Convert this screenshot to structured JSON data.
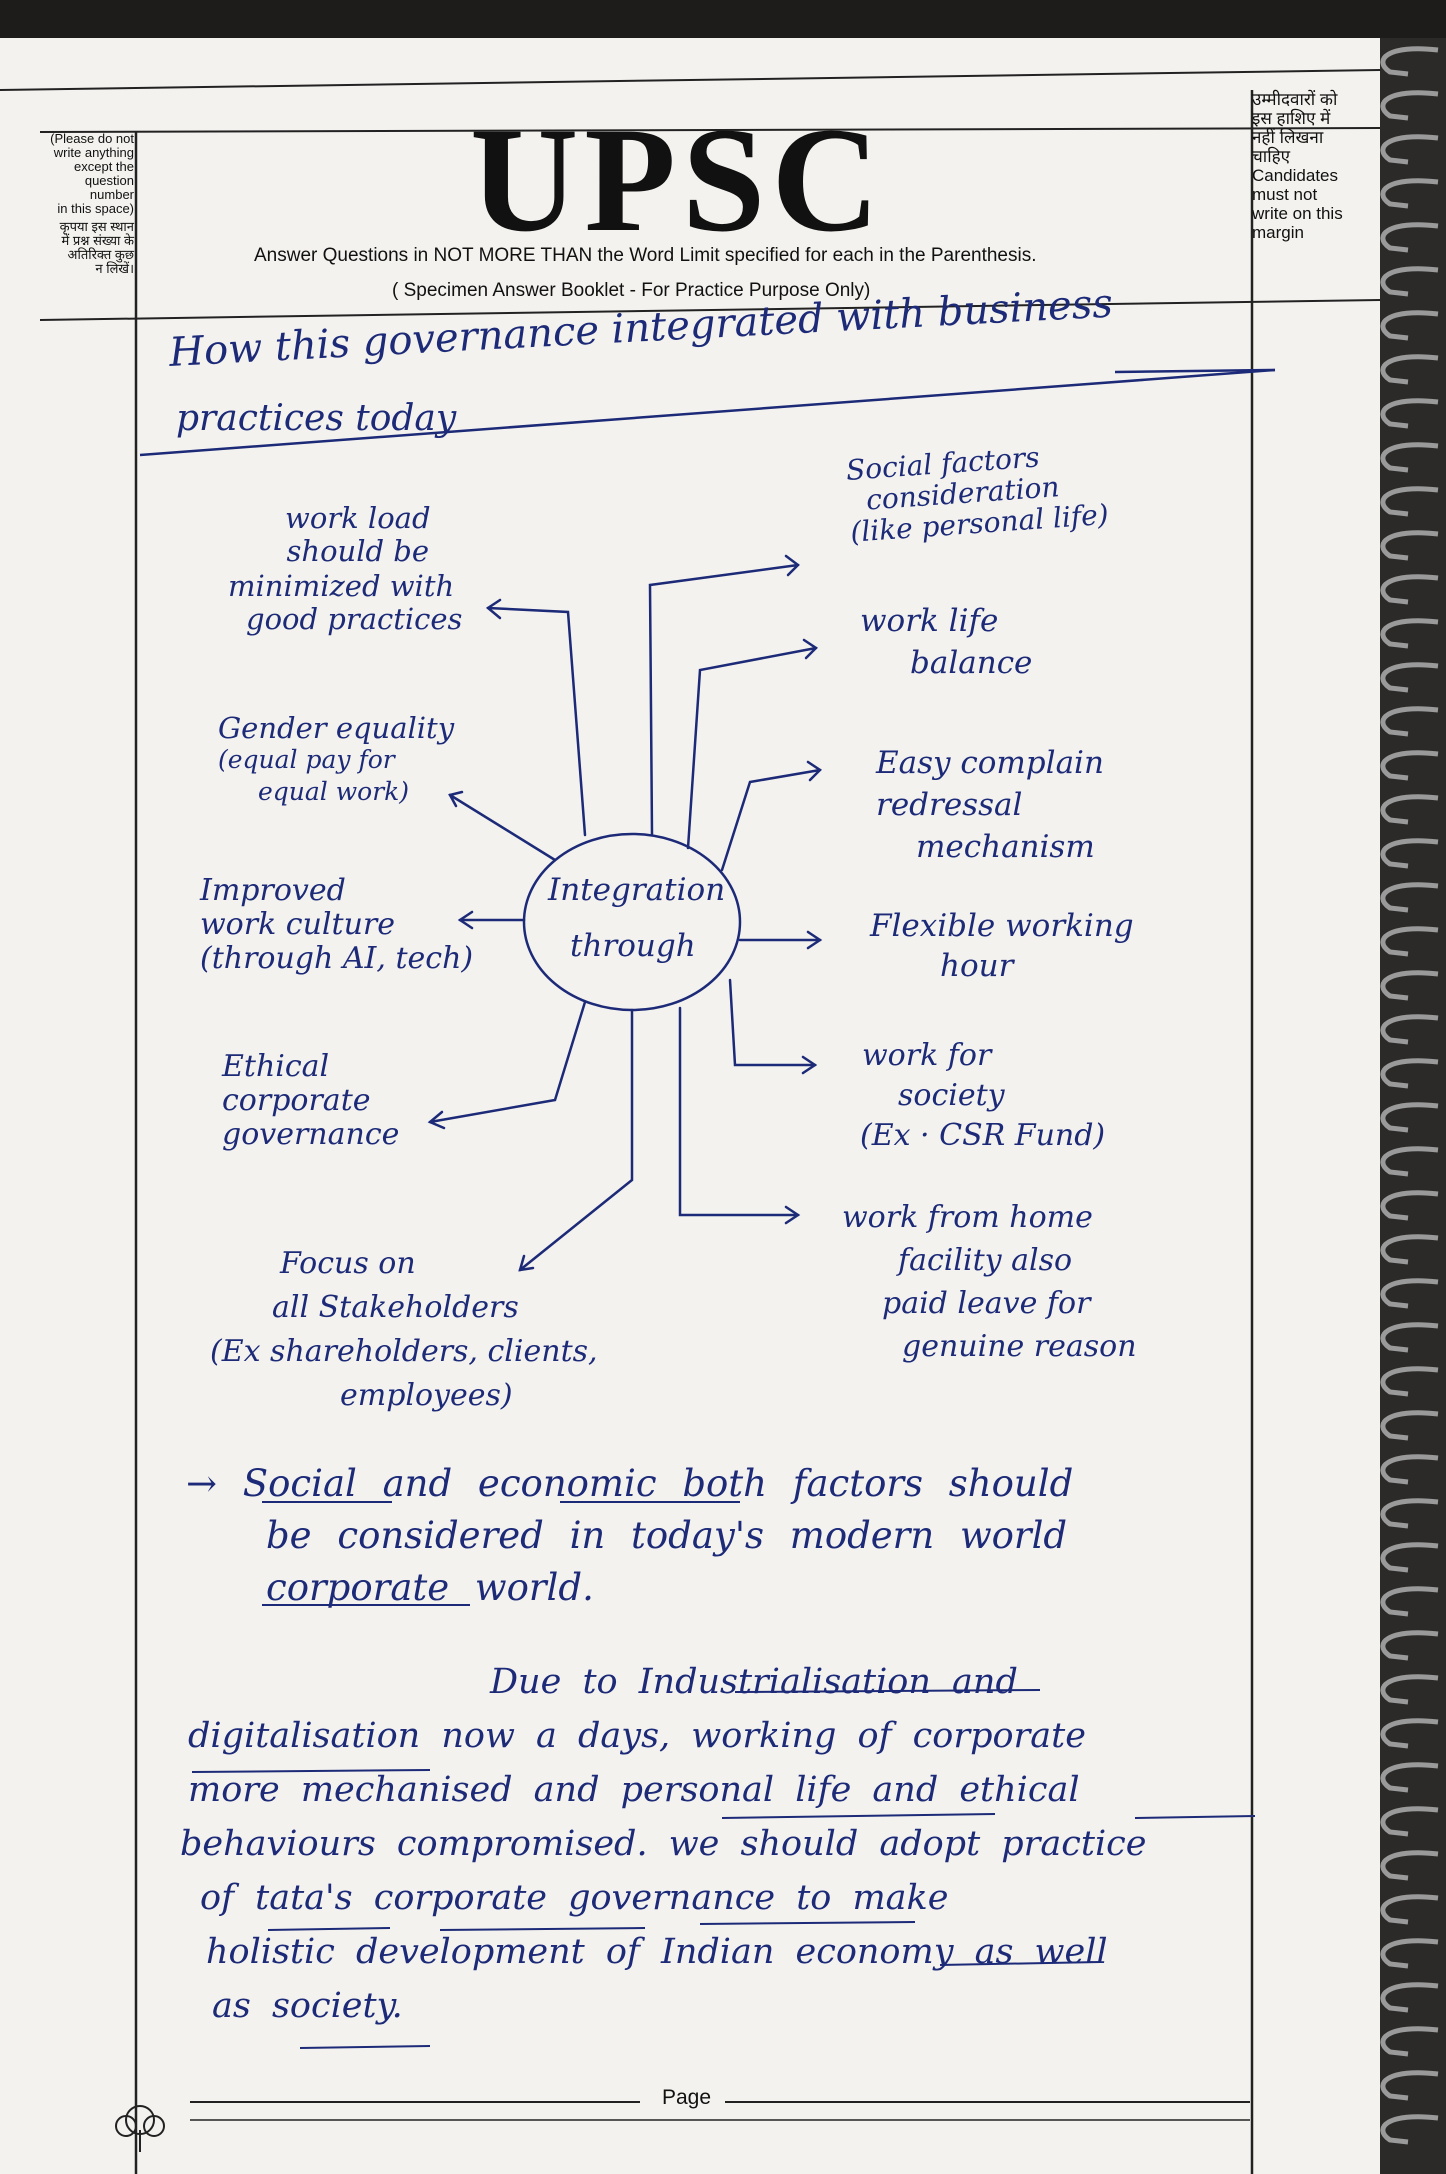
{
  "header": {
    "left_note_en": [
      "(Please do not",
      "write anything",
      "except the",
      "question number",
      "in this space)"
    ],
    "left_note_hi": [
      "कृपया इस स्थान",
      "में प्रश्न संख्या के",
      "अतिरिक्त कुछ",
      "न लिखें।"
    ],
    "title": "UPSC",
    "instruction": "Answer Questions in NOT MORE THAN the Word Limit specified for each in the Parenthesis.",
    "subtitle": "( Specimen Answer Booklet - For Practice Purpose Only)",
    "right_note_hi": [
      "उम्मीदवारों को",
      "इस हाशिए में",
      "नहीं लिखना",
      "चाहिए"
    ],
    "right_note_en": [
      "Candidates",
      "must not",
      "write on this",
      "margin"
    ]
  },
  "question": {
    "line1": "How this governance integrated with business",
    "line2": "practices today"
  },
  "diagram": {
    "center_line1": "Integration",
    "center_line2": "through",
    "left_nodes": [
      {
        "lines": [
          "work load",
          "should be",
          "minimized with",
          "good practices"
        ]
      },
      {
        "lines": [
          "Gender equality",
          "(equal pay for",
          "equal work)"
        ]
      },
      {
        "lines": [
          "Improved",
          "work culture",
          "(through AI, tech)"
        ]
      },
      {
        "lines": [
          "Ethical",
          "corporate",
          "governance"
        ]
      },
      {
        "lines": [
          "Focus on",
          "all Stakeholders",
          "(Ex shareholders, clients,",
          "employees)"
        ]
      }
    ],
    "right_nodes": [
      {
        "lines": [
          "Social factors",
          "consideration",
          "(like personal life)"
        ]
      },
      {
        "lines": [
          "work life",
          "balance"
        ]
      },
      {
        "lines": [
          "Easy complain",
          "redressal",
          "mechanism"
        ]
      },
      {
        "lines": [
          "Flexible working",
          "hour"
        ]
      },
      {
        "lines": [
          "work for",
          "society",
          "(Ex · CSR Fund)"
        ]
      },
      {
        "lines": [
          "work from home",
          "facility also",
          "paid leave for",
          "genuine reason"
        ]
      }
    ]
  },
  "conclusion_lines": [
    "→ Social and economic both factors should",
    "be considered in today's modern world",
    "corporate world."
  ],
  "paragraph_lines": [
    "Due to Industrialisation and",
    "digitalisation now a days, working of corporate",
    "more mechanised and personal life and ethical",
    "behaviours compromised. we should adopt practice",
    "of tata's corporate governance to make",
    "holistic development of Indian economy as well",
    "as society."
  ],
  "footer": {
    "page_label": "Page"
  }
}
